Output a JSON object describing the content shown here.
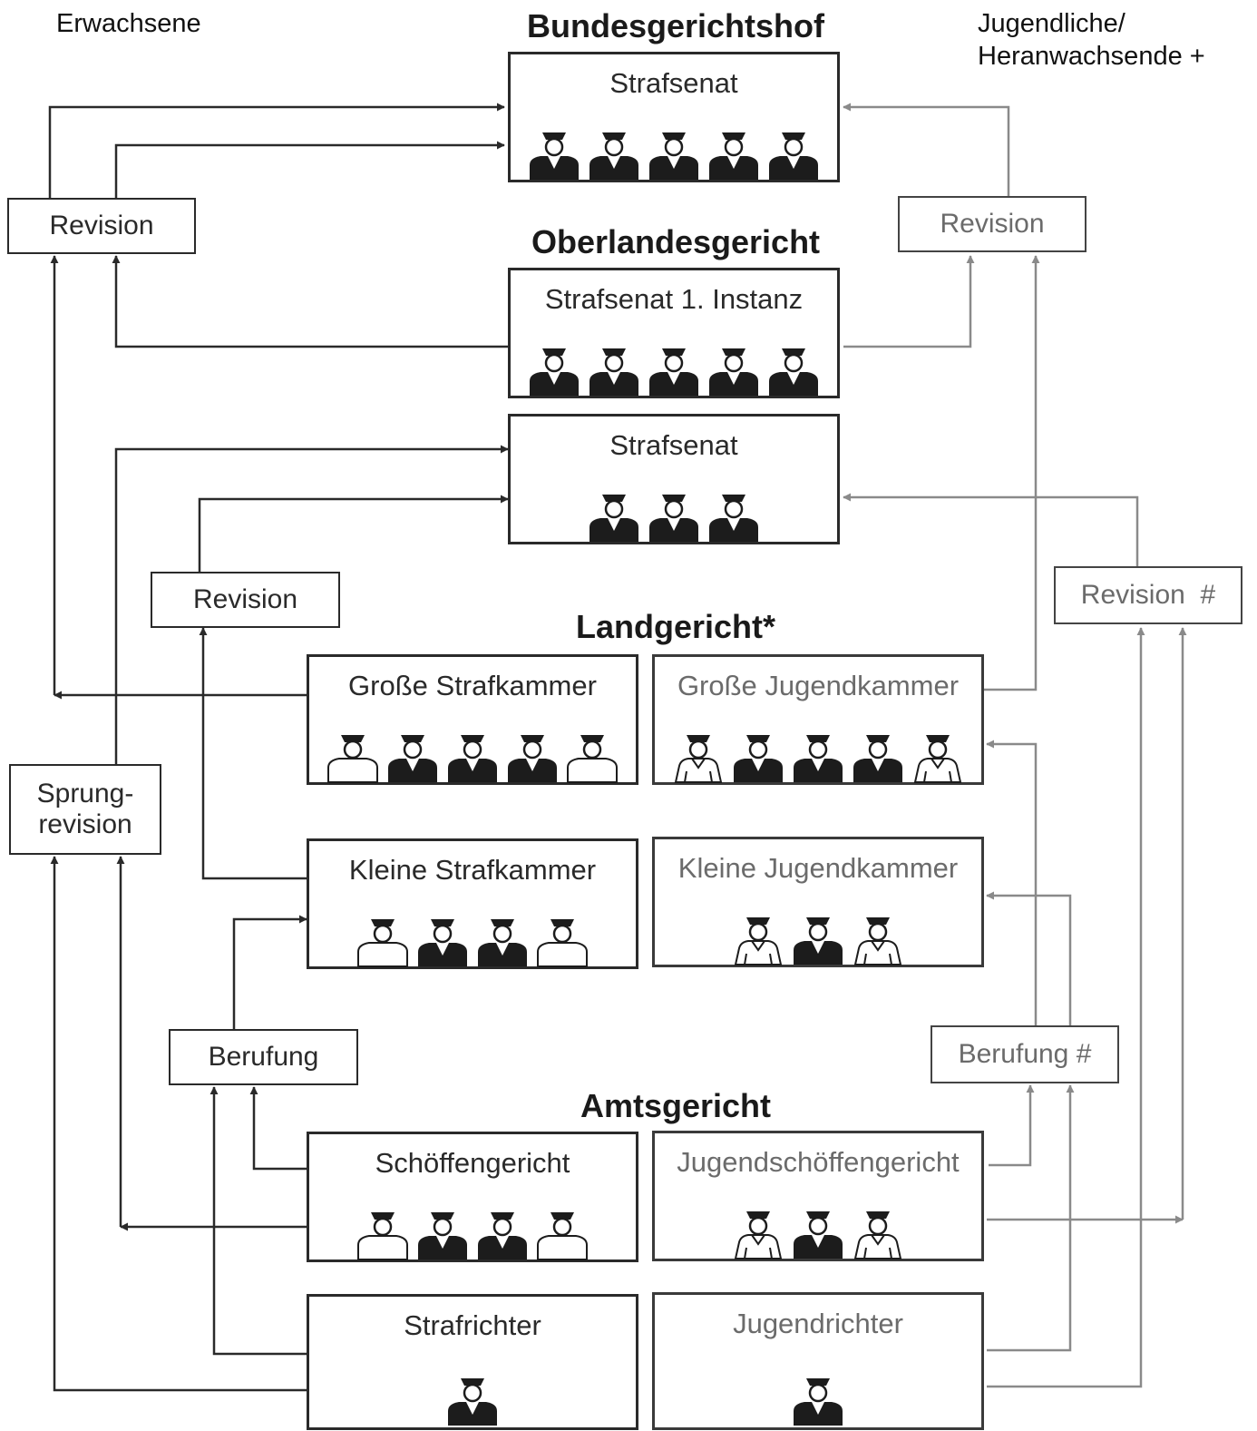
{
  "corner_left": "Erwachsene",
  "corner_right_line1": "Jugendliche/",
  "corner_right_line2": "Heranwachsende +",
  "levels": {
    "bgh": "Bundesgerichtshof",
    "olg": "Oberlandesgericht",
    "lg": "Landgericht*",
    "ag": "Amtsgericht"
  },
  "courts": {
    "bgh_strafsenat": {
      "label": "Strafsenat",
      "judges": [
        "professional",
        "professional",
        "professional",
        "professional",
        "professional"
      ]
    },
    "olg_strafsenat_1": {
      "label": "Strafsenat 1. Instanz",
      "judges": [
        "professional",
        "professional",
        "professional",
        "professional",
        "professional"
      ]
    },
    "olg_strafsenat": {
      "label": "Strafsenat",
      "judges": [
        "professional",
        "professional",
        "professional"
      ]
    },
    "grosse_strafkammer": {
      "label": "Große Strafkammer",
      "judges": [
        "lay",
        "professional",
        "professional",
        "professional",
        "lay"
      ]
    },
    "grosse_jugendkammer": {
      "label": "Große Jugendkammer",
      "judges": [
        "youth-lay",
        "professional",
        "professional",
        "professional",
        "youth-lay"
      ]
    },
    "kleine_strafkammer": {
      "label": "Kleine Strafkammer",
      "judges": [
        "lay",
        "professional",
        "professional",
        "lay"
      ]
    },
    "kleine_jugendkammer": {
      "label": "Kleine Jugendkammer",
      "judges": [
        "youth-lay",
        "professional",
        "youth-lay"
      ]
    },
    "schoeffengericht": {
      "label": "Schöffengericht",
      "judges": [
        "lay",
        "professional",
        "professional",
        "lay"
      ]
    },
    "jugendschoeffengericht": {
      "label": "Jugendschöffengericht",
      "judges": [
        "youth-lay",
        "professional",
        "youth-lay"
      ]
    },
    "strafrichter": {
      "label": "Strafrichter",
      "judges": [
        "professional"
      ]
    },
    "jugendrichter": {
      "label": "Jugendrichter",
      "judges": [
        "professional"
      ]
    }
  },
  "remedies": {
    "revision_left_top": "Revision",
    "revision_right_top": "Revision",
    "revision_left_mid": "Revision",
    "revision_right_mid": "Revision  #",
    "sprungrevision_line1": "Sprung-",
    "sprungrevision_line2": "revision",
    "berufung_left": "Berufung",
    "berufung_right": "Berufung #"
  },
  "colors": {
    "adult_lines": "#2a2a2a",
    "youth_lines": "#8a8a8a"
  }
}
